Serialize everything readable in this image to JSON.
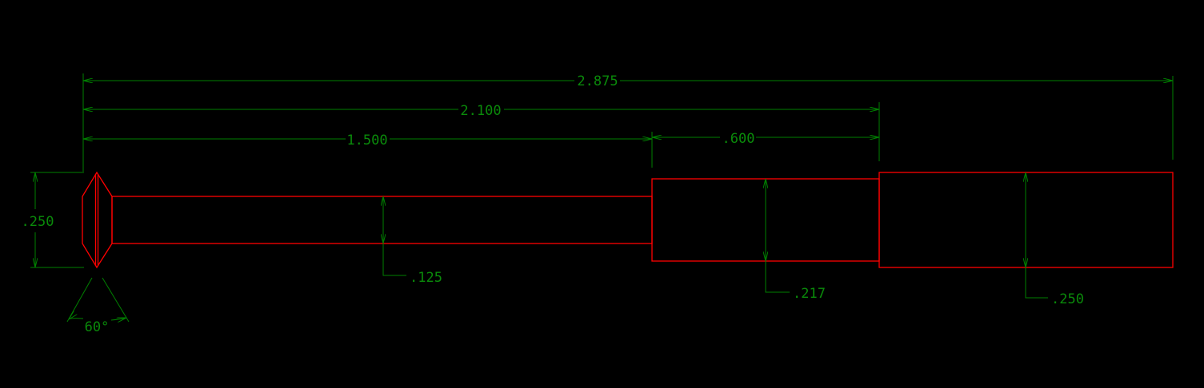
{
  "drawing": {
    "colors": {
      "background": "#000000",
      "part": "#ff0000",
      "dimension": "#008000"
    },
    "dimensions": {
      "overall_length": "2.875",
      "length_to_large_step": "2.100",
      "shaft_length": "1.500",
      "middle_step_length": ".600",
      "head_height": ".250",
      "shaft_diameter": ".125",
      "middle_diameter": ".217",
      "large_diameter": ".250",
      "head_angle": "60°"
    }
  }
}
